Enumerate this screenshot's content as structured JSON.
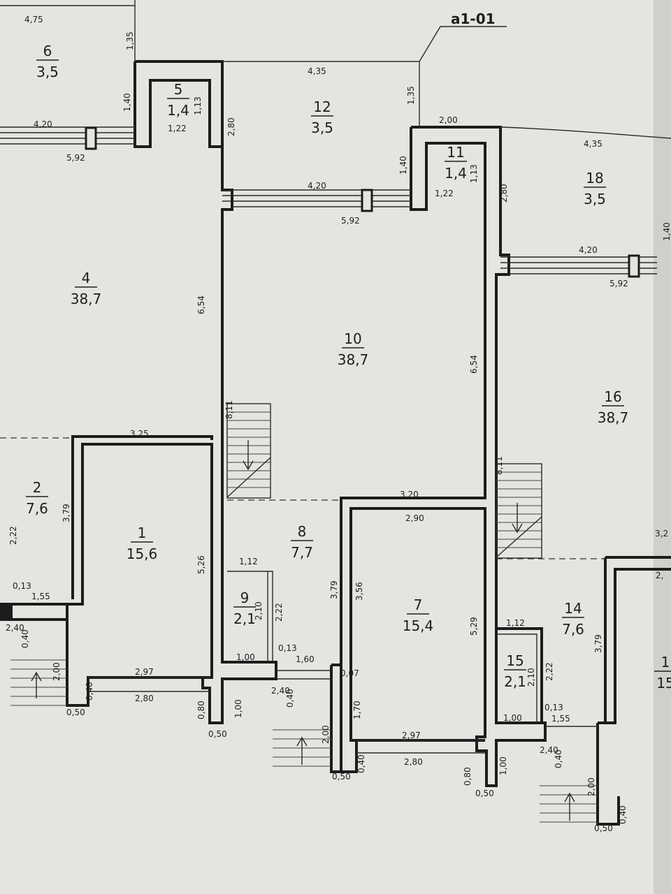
{
  "background_color": "#e4e4e1",
  "line_color": "#1c1c1c",
  "section_label": "a1-01",
  "rooms": [
    {
      "number": "1",
      "area": "15,6"
    },
    {
      "number": "2",
      "area": "7,6"
    },
    {
      "number": "4",
      "area": "38,7"
    },
    {
      "number": "5",
      "area": "1,4"
    },
    {
      "number": "6",
      "area": "3,5"
    },
    {
      "number": "7",
      "area": "15,4"
    },
    {
      "number": "8",
      "area": "7,7"
    },
    {
      "number": "9",
      "area": "2,1"
    },
    {
      "number": "10",
      "area": "38,7"
    },
    {
      "number": "11",
      "area": "1,4"
    },
    {
      "number": "12",
      "area": "3,5"
    },
    {
      "number": "14",
      "area": "7,6"
    },
    {
      "number": "15",
      "area": "2,1"
    },
    {
      "number": "16",
      "area": "38,7"
    },
    {
      "number": "18",
      "area": "3,5"
    },
    {
      "number": "1",
      "area": "15"
    }
  ],
  "dimensions": [
    "4,75",
    "1,35",
    "4,35",
    "1,35",
    "1,40",
    "1,13",
    "1,22",
    "2,80",
    "4,20",
    "5,92",
    "2,00",
    "4,35",
    "1,40",
    "1,13",
    "1,22",
    "2,80",
    "4,20",
    "5,92",
    "1,40",
    "4,20",
    "5,92",
    "6,54",
    "6,54",
    "8,11",
    "8,11",
    "3,25",
    "3,79",
    "2,22",
    "0,13",
    "1,55",
    "2,40",
    "0,40",
    "2,00",
    "0,40",
    "0,50",
    "2,97",
    "2,80",
    "5,26",
    "0,80",
    "1,00",
    "0,50",
    "1,12",
    "2,10",
    "2,22",
    "1,00",
    "0,13",
    "1,60",
    "2,40",
    "0,40",
    "3,79",
    "3,56",
    "3,20",
    "2,90",
    "0,07",
    "1,70",
    "2,00",
    "0,40",
    "0,50",
    "2,97",
    "2,80",
    "5,29",
    "0,80",
    "1,00",
    "0,50",
    "1,12",
    "2,10",
    "2,22",
    "1,00",
    "0,13",
    "1,55",
    "2,40",
    "0,40",
    "3,79",
    "2,00",
    "0,40",
    "0,50",
    "3,2",
    "2,"
  ]
}
